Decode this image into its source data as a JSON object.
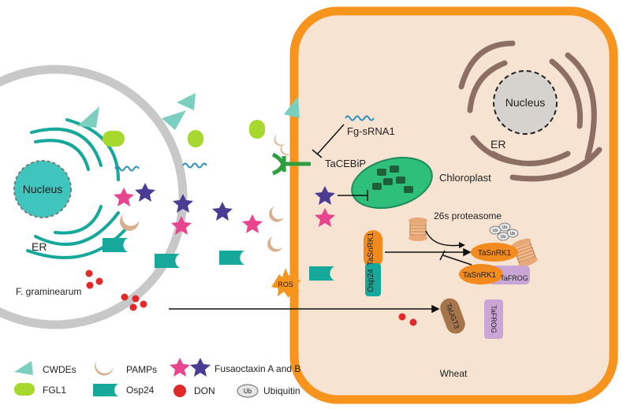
{
  "fungus": {
    "nucleus_label": "Nucleus",
    "er_label": "ER",
    "name": "F. graminearum"
  },
  "plant": {
    "nucleus_label": "Nucleus",
    "er_label": "ER",
    "cell_label": "Wheat",
    "fg_srna_label": "Fg-sRNA1",
    "tacebip_label": "TaCEBiP",
    "chloroplast_label": "Chloroplast",
    "proteasome_label": "26s proteasome",
    "ros_label": "ROS",
    "tasnrk1_label": "TaSnRK1",
    "osp24_label": "Osp24",
    "tafrog_label": "TaFROG",
    "taugt3_label": "TaUGT3",
    "ub_label": "Ub"
  },
  "legend": {
    "cwdes": "CWDEs",
    "fgl1": "FGL1",
    "pamps": "PAMPs",
    "osp24": "Osp24",
    "fusaoctaxin": "Fusaoctaxin A and B",
    "don": "DON",
    "ubiquitin": "Ubiquitin",
    "ub": "Ub"
  },
  "colors": {
    "plant_wall": "#f7941d",
    "cytoplasm": "#f7e3d2",
    "teal": "#16a89a",
    "teal_light": "#7ccfbf",
    "lime": "#a6d82e",
    "purple_star": "#4b3c93",
    "pink_star": "#e8458f",
    "don_red": "#e02a2a",
    "pamp_tan": "#d9b08f",
    "chloroplast": "#2ebf7a",
    "er_brown": "#8c6e63",
    "tasnrk1_orange": "#f28a1e",
    "tafrog_purple": "#c9a6d6",
    "taugt3_brown": "#a5744a",
    "srna_blue": "#2a8fbf",
    "nucleus_grey": "#d6d3cf",
    "fungus_wall": "#c8c8c8"
  },
  "icons": [
    "cwde-triangle-icon",
    "fgl1-pill-icon",
    "pamp-crescent-icon",
    "osp24-c-icon",
    "fusaoctaxin-star-icon",
    "don-dot-icon",
    "ubiquitin-ellipse-icon"
  ]
}
